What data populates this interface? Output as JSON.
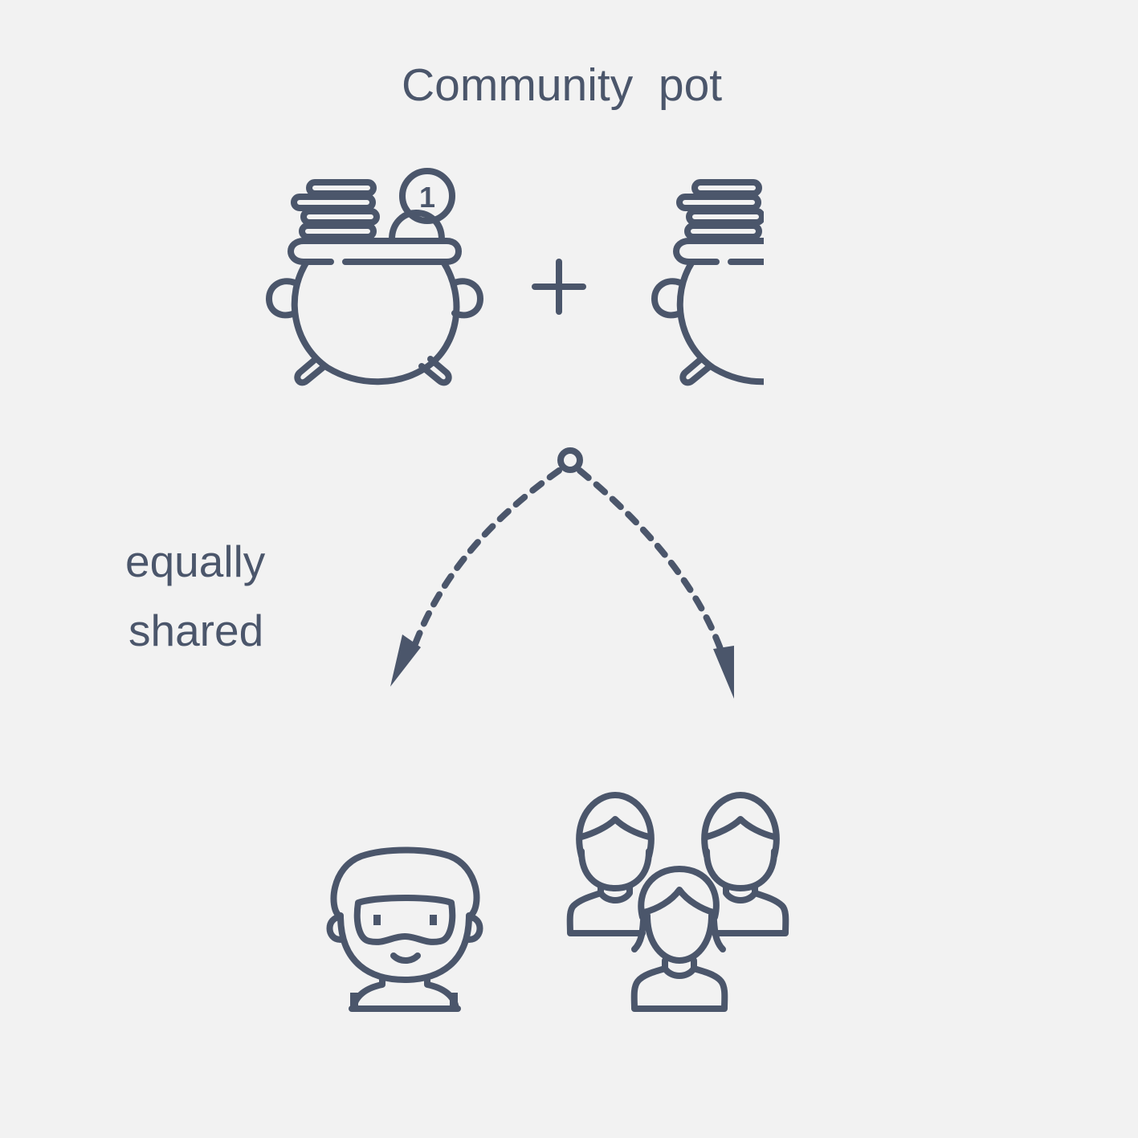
{
  "diagram": {
    "title": "Community  pot",
    "plus_symbol": "+",
    "coin_label": "1",
    "side_label_line1": "equally",
    "side_label_line2": "shared"
  },
  "colors": {
    "background": "#f2f2f2",
    "ink": "#4b566b"
  },
  "icons": [
    "pot-of-coins-icon",
    "plus-icon",
    "pot-of-coins-partial-icon",
    "split-node-icon",
    "dashed-arrow-left-icon",
    "dashed-arrow-right-icon",
    "bearded-man-icon",
    "group-of-people-icon"
  ]
}
